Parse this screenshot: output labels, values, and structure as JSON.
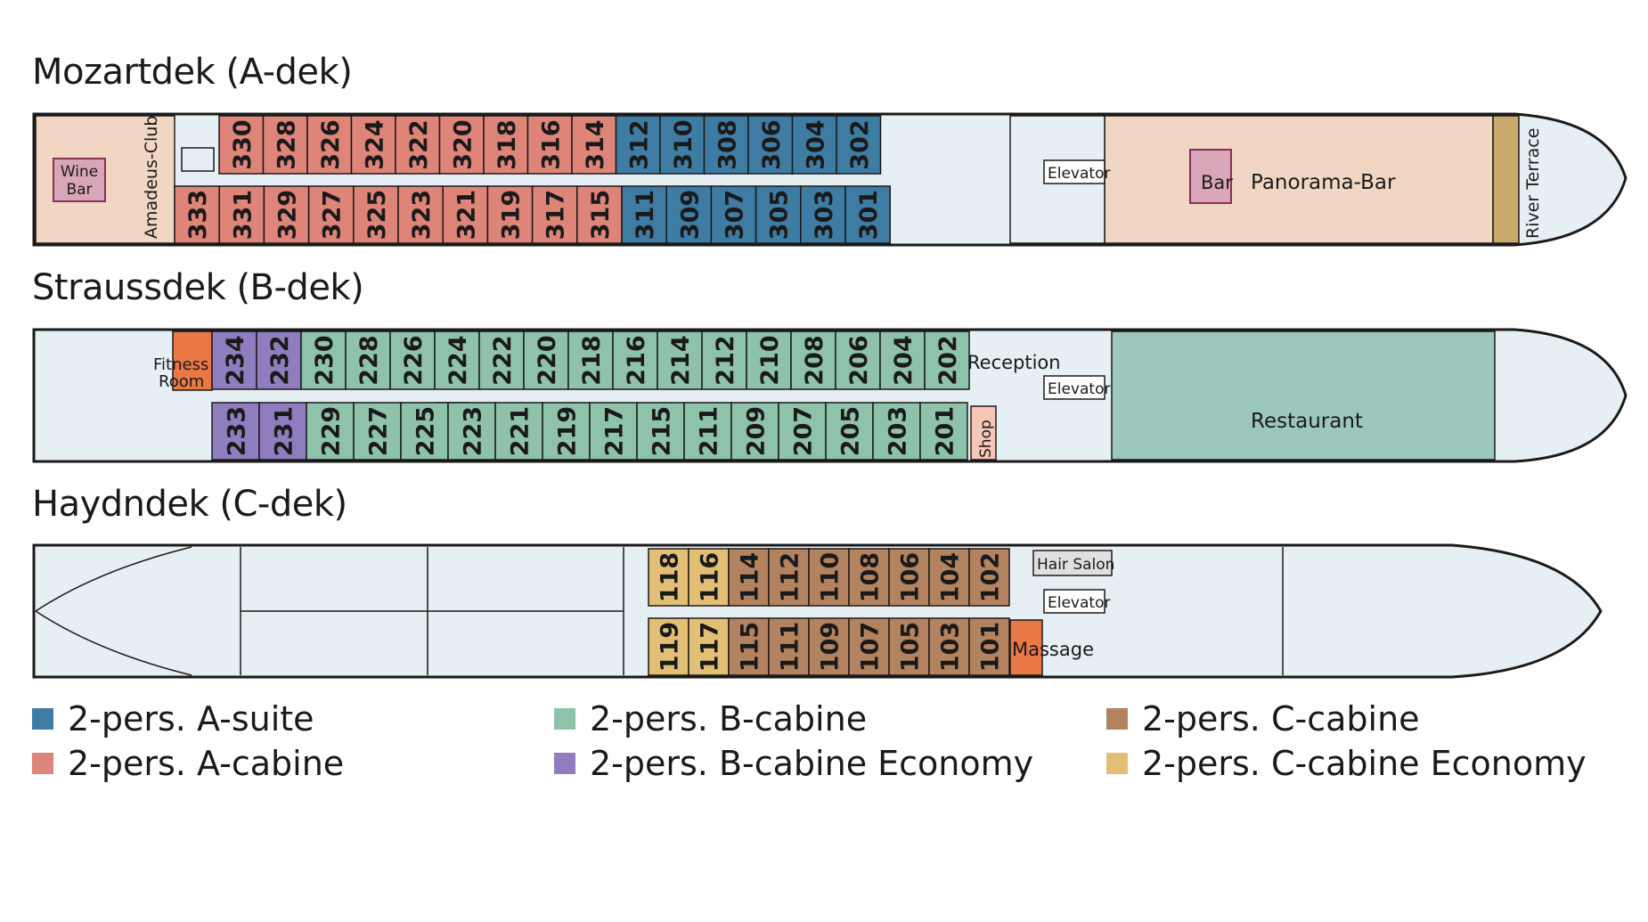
{
  "decks": [
    {
      "title": "Mozartdek (A-dek)",
      "cabins_top": [
        "330",
        "328",
        "326",
        "324",
        "322",
        "320",
        "318",
        "316",
        "314",
        "312",
        "310",
        "308",
        "306",
        "304",
        "302"
      ],
      "cabins_bottom": [
        "333",
        "331",
        "329",
        "327",
        "325",
        "323",
        "321",
        "319",
        "317",
        "315",
        "311",
        "309",
        "307",
        "305",
        "303",
        "301"
      ],
      "areas": {
        "wine_bar": "Wine Bar",
        "amadeus_club": "Amadeus-Club",
        "elevator": "Elevator",
        "bar": "Bar",
        "panorama_bar": "Panorama-Bar",
        "river_terrace": "River Terrace"
      }
    },
    {
      "title": "Straussdek (B-dek)",
      "cabins_top": [
        "234",
        "232",
        "230",
        "228",
        "226",
        "224",
        "222",
        "220",
        "218",
        "216",
        "214",
        "212",
        "210",
        "208",
        "206",
        "204",
        "202"
      ],
      "cabins_bottom": [
        "233",
        "231",
        "229",
        "227",
        "225",
        "223",
        "221",
        "219",
        "217",
        "215",
        "211",
        "209",
        "207",
        "205",
        "203",
        "201"
      ],
      "areas": {
        "fitness_room": "Fitness Room",
        "reception": "Reception",
        "elevator": "Elevator",
        "shop": "Shop",
        "restaurant": "Restaurant"
      }
    },
    {
      "title": "Haydndek (C-dek)",
      "cabins_top": [
        "118",
        "116",
        "114",
        "112",
        "110",
        "108",
        "106",
        "104",
        "102"
      ],
      "cabins_bottom": [
        "119",
        "117",
        "115",
        "111",
        "109",
        "107",
        "105",
        "103",
        "101"
      ],
      "areas": {
        "hair_salon": "Hair Salon",
        "elevator": "Elevator",
        "massage": "Massage"
      }
    }
  ],
  "legend": [
    {
      "label": "2-pers. A-suite",
      "color": "#3f7ca3"
    },
    {
      "label": "2-pers. A-cabine",
      "color": "#de8478"
    },
    {
      "label": "2-pers. B-cabine",
      "color": "#8fc2ab"
    },
    {
      "label": "2-pers. B-cabine Economy",
      "color": "#8f7dbf"
    },
    {
      "label": "2-pers. C-cabine",
      "color": "#b38360"
    },
    {
      "label": "2-pers. C-cabine Economy",
      "color": "#e2bf74"
    }
  ],
  "colors": {
    "a_suite": "#3f7ca3",
    "a_cabin": "#de8478",
    "b_cabin": "#8fc2ab",
    "b_economy": "#8f7dbf",
    "c_cabin": "#b38360",
    "c_economy": "#e2bf74",
    "public_warm": "#f2d6c4",
    "restaurant": "#9cc7bc",
    "terrace": "#c8a96a",
    "hull": "#e6eff3",
    "accent": "#ea7845"
  }
}
